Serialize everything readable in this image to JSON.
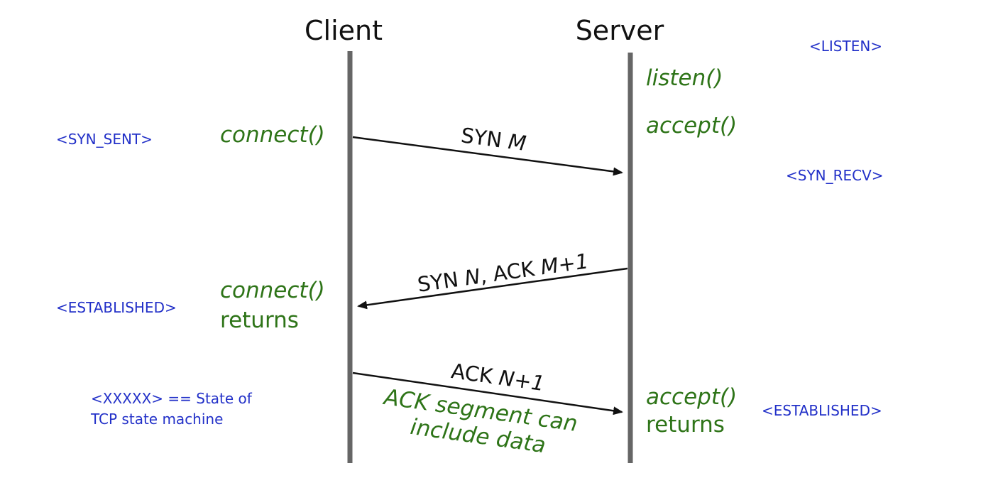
{
  "colors": {
    "state": "#2230c8",
    "call": "#2e7418",
    "text": "#111111",
    "lifeline": "#666666"
  },
  "headers": {
    "client": "Client",
    "server": "Server"
  },
  "states": {
    "listen": "<LISTEN>",
    "syn_sent": "<SYN_SENT>",
    "syn_recv": "<SYN_RECV>",
    "client_established": "<ESTABLISHED>",
    "server_established": "<ESTABLISHED>"
  },
  "calls": {
    "listen": "listen()",
    "accept": "accept()",
    "connect": "connect()",
    "connect_returns_call": "connect()",
    "connect_returns_word": "returns",
    "accept_returns_call": "accept()",
    "accept_returns_word": "returns"
  },
  "messages": {
    "syn": {
      "prefix": "SYN ",
      "var": "M"
    },
    "synack": {
      "prefix1": "SYN ",
      "var1": "N",
      "middle": ", ACK ",
      "var2": "M+1"
    },
    "ack": {
      "prefix": "ACK ",
      "var": "N+1"
    }
  },
  "ack_note": {
    "line1": "ACK segment can",
    "line2": "include data"
  },
  "legend": {
    "line1": "<XXXXX> == State of",
    "line2": "TCP state machine"
  }
}
